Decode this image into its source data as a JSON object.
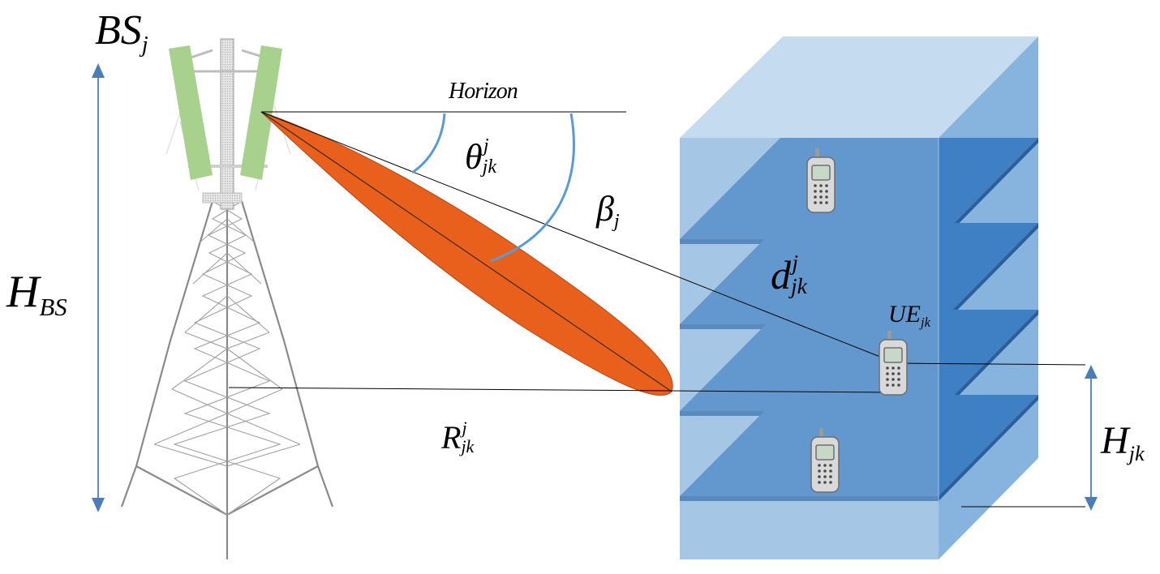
{
  "labels": {
    "bs": {
      "main": "BS",
      "sub": "j"
    },
    "h_bs": {
      "main": "H",
      "sub": "BS"
    },
    "horizon": "Horizon",
    "theta": {
      "main": "θ",
      "sup": "j",
      "sub": "jk"
    },
    "beta": {
      "main": "β",
      "sub": "j"
    },
    "d": {
      "main": "d",
      "sup": "j",
      "sub": "jk"
    },
    "ue": {
      "main": "UE",
      "sub": "jk"
    },
    "r": {
      "main": "R",
      "sup": "j",
      "sub": "jk"
    },
    "h_jk": {
      "main": "H",
      "sub": "jk"
    }
  },
  "colors": {
    "beam": "#e8601c",
    "antenna": "#a9d18e",
    "building_front": "#a7c6e6",
    "building_top": "#c5dbf0",
    "building_side": "#7fb0dc",
    "floor_slab": "#3f80c4",
    "floor_slab_dark": "#2e6aa8",
    "arc": "#5b9bd5",
    "arrow": "#4a7ebb",
    "tower": "#7f7f7f"
  },
  "icons": [
    "base-station-tower-icon",
    "mobile-phone-icon"
  ]
}
